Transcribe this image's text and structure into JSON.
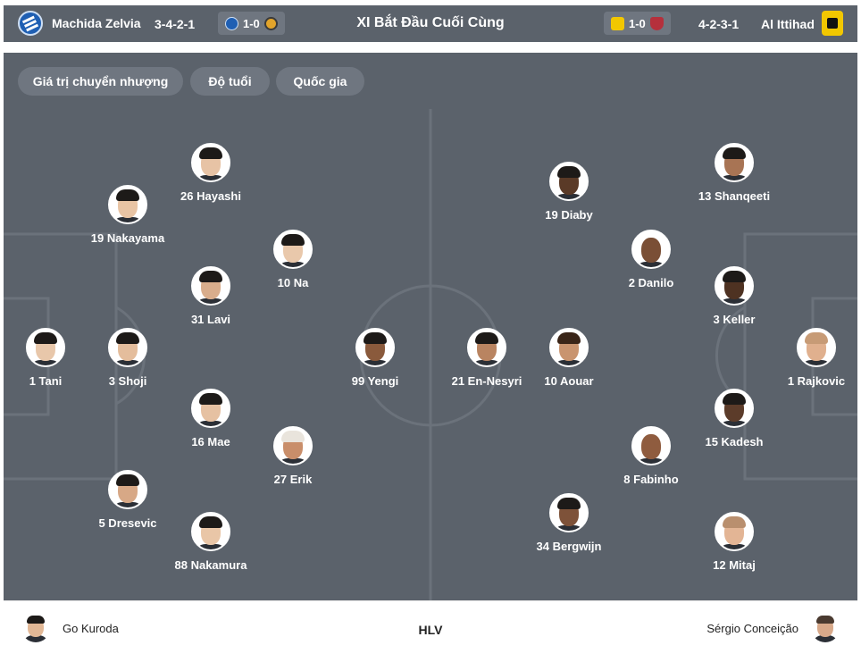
{
  "header": {
    "home_team": "Machida Zelvia",
    "home_formation": "3-4-2-1",
    "home_form_score": "1-0",
    "title": "XI Bắt Đầu Cuối Cùng",
    "away_form_score": "1-0",
    "away_formation": "4-2-3-1",
    "away_team": "Al Ittihad",
    "home_crest_icon": "machida-crest-icon",
    "away_crest_icon": "al-ittihad-crest-icon"
  },
  "filters": [
    "Giá trị chuyển nhượng",
    "Độ tuổi",
    "Quốc gia"
  ],
  "home_players": [
    {
      "label": "26 Hayashi",
      "skin": "#e7c3a5"
    },
    {
      "label": "19 Nakayama",
      "skin": "#e8c4a4"
    },
    {
      "label": "10 Na",
      "skin": "#e9c8ab"
    },
    {
      "label": "31 Lavi",
      "skin": "#d9ad8c"
    },
    {
      "label": "1 Tani",
      "skin": "#e8c7aa"
    },
    {
      "label": "3 Shoji",
      "skin": "#e4bd9c"
    },
    {
      "label": "99 Yengi",
      "skin": "#8a5a3c"
    },
    {
      "label": "16 Mae",
      "skin": "#e6c1a2"
    },
    {
      "label": "27 Erik",
      "skin": "#c98e6a"
    },
    {
      "label": "5 Dresevic",
      "skin": "#d7a886"
    },
    {
      "label": "88 Nakamura",
      "skin": "#e9c6a7"
    }
  ],
  "away_players": [
    {
      "label": "19 Diaby",
      "skin": "#5a3a27"
    },
    {
      "label": "13 Shanqeeti",
      "skin": "#a87454"
    },
    {
      "label": "2 Danilo",
      "skin": "#7a4f36"
    },
    {
      "label": "3 Keller",
      "skin": "#4e3222"
    },
    {
      "label": "21 En-Nesyri",
      "skin": "#b98461"
    },
    {
      "label": "10 Aouar",
      "skin": "#c9946f"
    },
    {
      "label": "1 Rajkovic",
      "skin": "#e0b08e"
    },
    {
      "label": "15 Kadesh",
      "skin": "#5c3c2a"
    },
    {
      "label": "8 Fabinho",
      "skin": "#8f5c3f"
    },
    {
      "label": "34 Bergwijn",
      "skin": "#7e5239"
    },
    {
      "label": "12 Mitaj",
      "skin": "#e3b595"
    }
  ],
  "coaches": {
    "home": "Go Kuroda",
    "label": "HLV",
    "away": "Sérgio Conceição"
  }
}
